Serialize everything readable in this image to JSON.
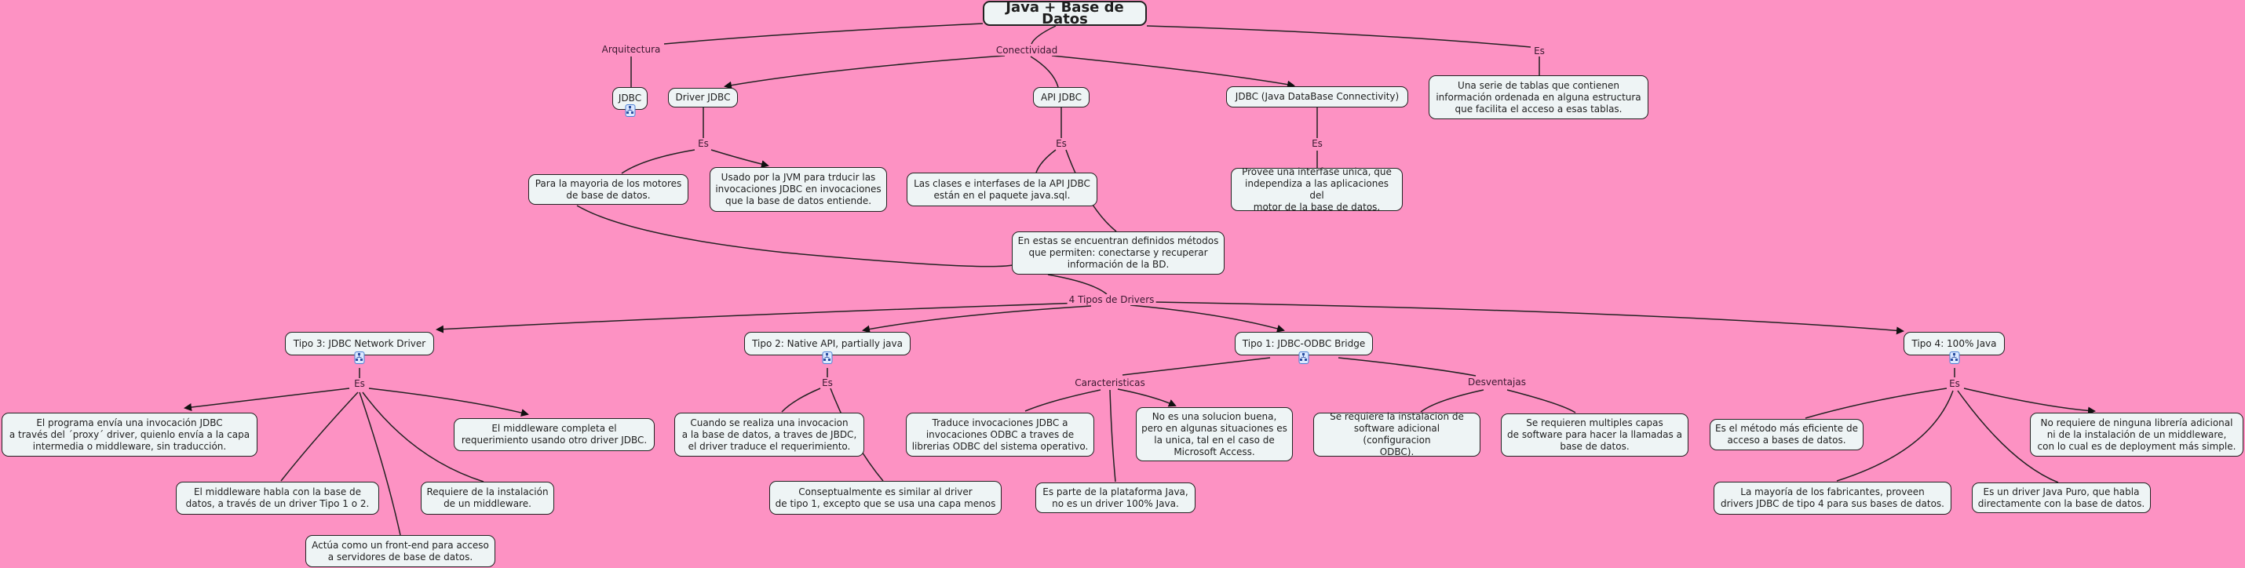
{
  "title": "Java + Base de Datos",
  "links": {
    "arquitectura": "Arquitectura",
    "conectividad": "Conectividad",
    "es_top": "Es",
    "es_driver": "Es",
    "es_api": "Es",
    "es_jdbc": "Es",
    "cuatro_tipos": "4 Tipos de Drivers",
    "es_tipo3": "Es",
    "es_tipo2": "Es",
    "caracteristicas": "Caracteristicas",
    "desventajas": "Desventajas",
    "es_tipo4": "Es"
  },
  "nodes": {
    "jdbc": "JDBC",
    "driver_jdbc": "Driver JDBC",
    "api_jdbc": "API JDBC",
    "jdbc_full": "JDBC (Java  DataBase Connectivity)",
    "una_serie": "Una serie de tablas que contienen\ninformación ordenada en alguna estructura\nque facilita el acceso a esas tablas.",
    "para_mayoria": "Para la mayoria de los motores\nde base de datos.",
    "usado_jvm": "Usado por la JVM para trducir las\ninvocaciones JDBC en invocaciones\nque la base de datos entiende.",
    "las_clases": "Las clases e interfases de la API JDBC\nestán en el paquete java.sql.",
    "provee": "Provee una interfase unica, que\nindependiza a las aplicaciones del\nmotor de la base de datos.",
    "en_estas": "En estas se encuentran definidos métodos\nque permiten: conectarse y recuperar\ninformación de la BD.",
    "tipo3": "Tipo 3: JDBC Network Driver",
    "tipo2": "Tipo 2: Native API, partially java",
    "tipo1": "Tipo 1: JDBC-ODBC Bridge",
    "tipo4": "Tipo 4: 100% Java",
    "t3_programa": "El programa envía una invocación JDBC\na través del ´proxy´ driver, quienlo envía a la capa\nintermedia o middleware, sin traducción.",
    "t3_completa": "El middleware completa el\nrequerimiento usando otro driver JDBC.",
    "t3_habla": "El middleware habla con la base de\ndatos, a través de un driver Tipo 1 o 2.",
    "t3_requiere": "Requiere de la instalación\nde un middleware.",
    "t3_actua": "Actúa como un front-end para acceso\na servidores de base de datos.",
    "t2_cuando": "Cuando se realiza una invocacion\na la base de datos, a traves de JBDC,\nel driver traduce el requerimiento.",
    "t2_conseptual": "Conseptualmente es similar al driver\nde tipo 1, excepto que se usa una capa menos",
    "t1_traduce": "Traduce invocaciones JDBC a\ninvocaciones ODBC a traves de\nlibrerias ODBC del sistema operativo.",
    "t1_no_es": "No es una solucion buena,\npero en algunas situaciones es\nla unica, tal en el caso de\nMicrosoft Access.",
    "t1_es_parte": "Es parte de la plataforma Java,\nno es un driver 100% Java.",
    "t1_instalacion": "Se requiere la instalacion de\nsoftware adicional (configuracion\nODBC).",
    "t1_multiples": "Se requieren multiples capas\nde software para hacer la llamadas a\nbase de datos.",
    "t4_eficiente": "Es el método más eficiente de\nacceso a bases de datos.",
    "t4_no_requiere": "No requiere de ninguna librería adicional\nni de la instalación de un middleware,\ncon lo cual es de deployment más simple.",
    "t4_mayoria": "La mayoría de los fabricantes, proveen\ndrivers JDBC de tipo 4 para sus bases de datos.",
    "t4_puro": "Es un driver Java Puro, que habla\ndirectamente con la base de datos."
  },
  "colors": {
    "background": "#fd92c3",
    "node_fill": "#eef4f5",
    "icon_border": "#4a7fd4"
  },
  "icons": {
    "submap": "tree-map-icon"
  }
}
